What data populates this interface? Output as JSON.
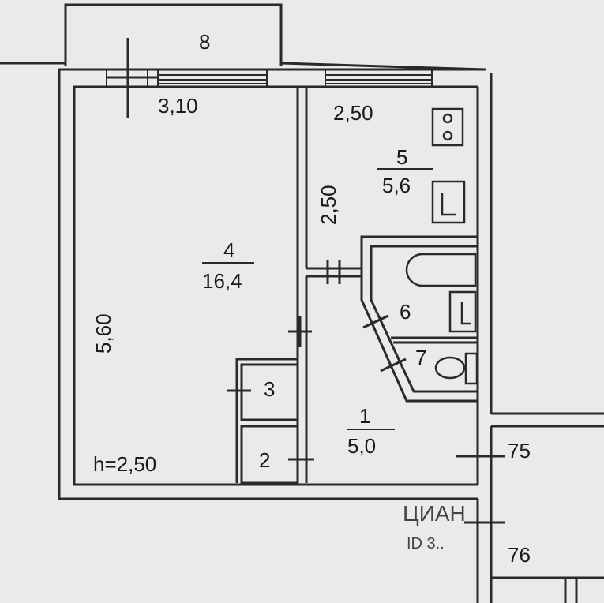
{
  "plan": {
    "balcony_number": "8",
    "ceiling_height": "h=2,50",
    "neighbor_numbers": [
      "75",
      "76"
    ],
    "watermark_text": "ЦИАН",
    "watermark_sub": "ID 3.."
  },
  "rooms": [
    {
      "id": "room-4",
      "number": "4",
      "area": "16,4"
    },
    {
      "id": "room-5",
      "number": "5",
      "area": "5,6"
    },
    {
      "id": "room-1",
      "number": "1",
      "area": "5,0"
    },
    {
      "id": "room-6",
      "number": "6"
    },
    {
      "id": "room-7",
      "number": "7"
    },
    {
      "id": "room-3",
      "number": "3"
    },
    {
      "id": "room-2",
      "number": "2"
    }
  ],
  "dimensions": {
    "room4_width": "3,10",
    "room4_height": "5,60",
    "room5_width": "2,50",
    "room5_height": "2,50"
  },
  "colors": {
    "paper": "#e9eaec",
    "wall": "#2a2a2a",
    "text": "#1a1a1a",
    "watermark": "#b9bcc2"
  }
}
